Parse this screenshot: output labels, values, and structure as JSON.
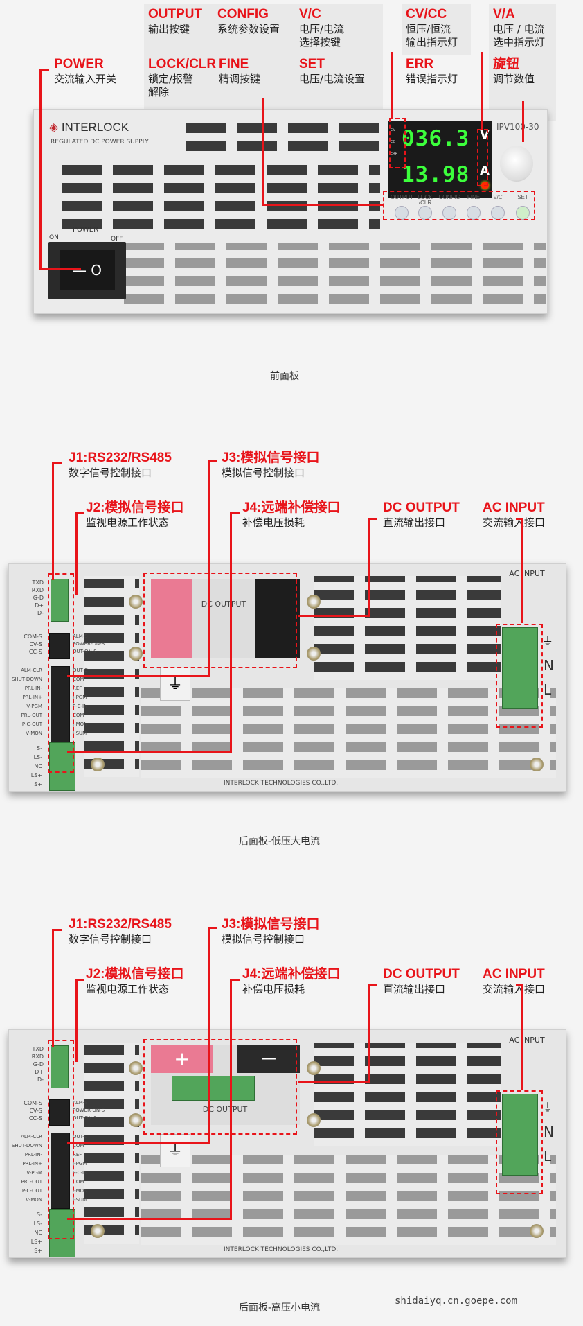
{
  "front": {
    "labels": {
      "output": {
        "en": "OUTPUT",
        "cn": "输出按键"
      },
      "config": {
        "en": "CONFIG",
        "cn": "系统参数设置"
      },
      "vc": {
        "en": "V/C",
        "cn": "电压/电流选择按键"
      },
      "lock": {
        "en": "LOCK/CLR",
        "cn": "锁定/报警解除"
      },
      "fine": {
        "en": "FINE",
        "cn": "精调按键"
      },
      "set": {
        "en": "SET",
        "cn": "电压/电流设置"
      },
      "cvcc": {
        "en": "CV/CC",
        "cn": "恒压/恒流输出指示灯"
      },
      "va": {
        "en": "V/A",
        "cn": "电压 / 电流选中指示灯"
      },
      "err": {
        "en": "ERR",
        "cn": "错误指示灯"
      },
      "knob": {
        "en": "旋钮",
        "cn": "调节数值"
      },
      "power": {
        "en": "POWER",
        "cn": "交流输入开关"
      }
    },
    "device": {
      "brand": "INTERLOCK",
      "subtitle": "REGULATED DC POWER SUPPLY",
      "model": "IPV100-30",
      "voltage": "036.3",
      "current": "13.98",
      "unit_v": "V",
      "unit_a": "A",
      "indicators": [
        "CV",
        "CC",
        "ERR"
      ],
      "buttons": [
        "OUTPUT",
        "LOCK /CLR",
        "CONFIG",
        "FINE",
        "V/C",
        "SET"
      ],
      "power_label": "POWER",
      "on": "ON",
      "off": "OFF",
      "switch_symbols": "— O"
    },
    "caption": "前面板"
  },
  "rear": [
    {
      "labels": {
        "j1": {
          "en": "J1:RS232/RS485",
          "cn": "数字信号控制接口"
        },
        "j3": {
          "en": "J3:模拟信号接口",
          "cn": "模拟信号控制接口"
        },
        "j2": {
          "en": "J2:模拟信号接口",
          "cn": "监视电源工作状态"
        },
        "j4": {
          "en": "J4:远端补偿接口",
          "cn": "补偿电压损耗"
        },
        "dc": {
          "en": "DC OUTPUT",
          "cn": "直流输出接口"
        },
        "ac": {
          "en": "AC INPUT",
          "cn": "交流输入接口"
        }
      },
      "caption": "后面板-低压大电流"
    },
    {
      "labels": {
        "j1": {
          "en": "J1:RS232/RS485",
          "cn": "数字信号控制接口"
        },
        "j3": {
          "en": "J3:模拟信号接口",
          "cn": "模拟信号控制接口"
        },
        "j2": {
          "en": "J2:模拟信号接口",
          "cn": "监视电源工作状态"
        },
        "j4": {
          "en": "J4:远端补偿接口",
          "cn": "补偿电压损耗"
        },
        "dc": {
          "en": "DC OUTPUT",
          "cn": "直流输出接口"
        },
        "ac": {
          "en": "AC INPUT",
          "cn": "交流输入接口"
        }
      },
      "caption": "后面板-高压小电流"
    }
  ],
  "rear_device": {
    "j1_pins": "TXD\nRXD\nG-D\nD+\nD-",
    "j2_left": "COM-S\nCV-S\nCC-S",
    "j2_right": "ALM-S\nPOWER-ON-S\nOUT-ON-S",
    "j3_left": "ALM-CLR\nSHUT-DOWN\nPRL-IN-\nPRL-IN+\nV-PGM\nPRL-OUT\nP-C-OUT\nV-MON",
    "j3_right": "OUT-C\nCOM\nREF\nI-PGM\nP-C-IN\nCOM\nI-MON\nI-SUM",
    "j4_pins": "S-\nLS-\nNC\nLS+\nS+",
    "dc_label": "DC OUTPUT",
    "ac_label": "AC INPUT",
    "ground": "⏚",
    "n": "N",
    "l": "L",
    "footer": "INTERLOCK TECHNOLOGIES CO.,LTD.",
    "plus": "+",
    "minus": "—"
  },
  "watermark": "shidaiyq.cn.goepe.com",
  "colors": {
    "accent": "#e8141a",
    "connector": "#52a55a",
    "display_digit": "#3cff3c"
  }
}
